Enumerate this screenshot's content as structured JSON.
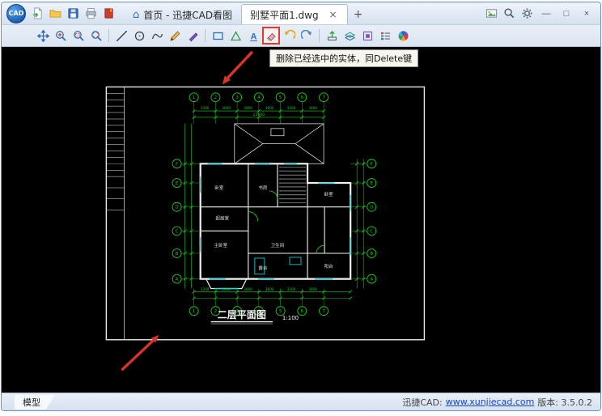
{
  "app": {
    "logo_text": "CAD",
    "tabs": [
      {
        "icon": "⌂",
        "label": "首页 - 迅捷CAD看图"
      },
      {
        "label": "别墅平面1.dwg",
        "close": "×"
      }
    ],
    "new_tab": "+",
    "window_controls": {
      "minimize": "—",
      "maximize": "□",
      "close": "×"
    }
  },
  "toolbar": {
    "tooltip": "删除已经选中的实体，同Delete键",
    "text_tool_glyph": "A"
  },
  "drawing": {
    "title": "二层平面图",
    "scale": "1:100",
    "axes_h": [
      "1",
      "2",
      "3",
      "4",
      "5",
      "6",
      "7"
    ],
    "axes_v": [
      "F",
      "E",
      "D",
      "C",
      "B",
      "A"
    ],
    "dims": [
      "3300",
      "3600",
      "3000",
      "3600",
      "3300",
      "3900"
    ],
    "dim_total": "15600",
    "rooms": [
      "卧室",
      "书房",
      "卧室",
      "起居室",
      "主卧室",
      "卫生间",
      "阳台",
      "露台"
    ]
  },
  "statusbar": {
    "model_tab": "模型",
    "brand": "迅捷CAD:",
    "url": "www.xunjiecad.com",
    "version": "版本: 3.5.0.2"
  }
}
